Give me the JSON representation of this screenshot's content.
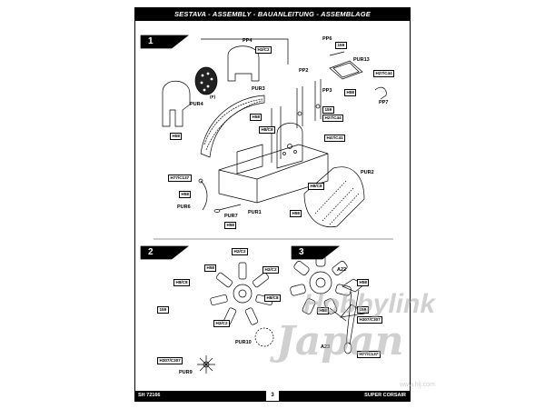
{
  "header": {
    "title": "SESTAVA - ASSEMBLY - BAUANLEITUNG - ASSEMBLAGE"
  },
  "footer": {
    "code": "SH 72166",
    "page": "3",
    "product": "SUPER CORSAIR"
  },
  "steps": {
    "s1": {
      "num": "1"
    },
    "s2": {
      "num": "2"
    },
    "s3": {
      "num": "3"
    }
  },
  "step1": {
    "pp4": "PP4",
    "h2c2": "H2/C2",
    "f": "(F)",
    "pur4": "PUR4",
    "pur3": "PUR3",
    "h58a": "H58",
    "h58b": "H58",
    "h8c8a": "H8/C8",
    "pp6": "PP6",
    "t159a": "159",
    "pur13": "PUR13",
    "h27c44a": "H27/C44",
    "pp2": "PP2",
    "pp3": "PP3",
    "h58c": "H58",
    "pp7": "PP7",
    "t159b": "159",
    "h27c44b": "H27/C44",
    "h47c41": "H47/C41",
    "h77c137": "H77/C137",
    "h58d": "H58",
    "pur6": "PUR6",
    "h8c8b": "H8/C8",
    "pur2": "PUR2",
    "h58e": "H58",
    "pur7": "PUR7",
    "h58f": "H58",
    "pur1": "PUR1"
  },
  "step2": {
    "h2c2a": "H2/C2",
    "h58": "H58",
    "h2c2b": "H2/C2",
    "h8c8a": "H8/C8",
    "h8c8b": "H8/C8",
    "t159": "159",
    "h2c2c": "H2/C2",
    "h307c307": "H307/C307",
    "pur10": "PUR10",
    "pur9": "PUR9"
  },
  "step3": {
    "a22": "A22",
    "h58a": "H58",
    "h58b": "H58",
    "t159": "159",
    "h307c307": "H307/C307",
    "a23": "A23",
    "h77c137": "H77/C137"
  },
  "watermark": {
    "line1": "Hobbylink",
    "line2": "Japan",
    "url": "www.hlj.com"
  }
}
